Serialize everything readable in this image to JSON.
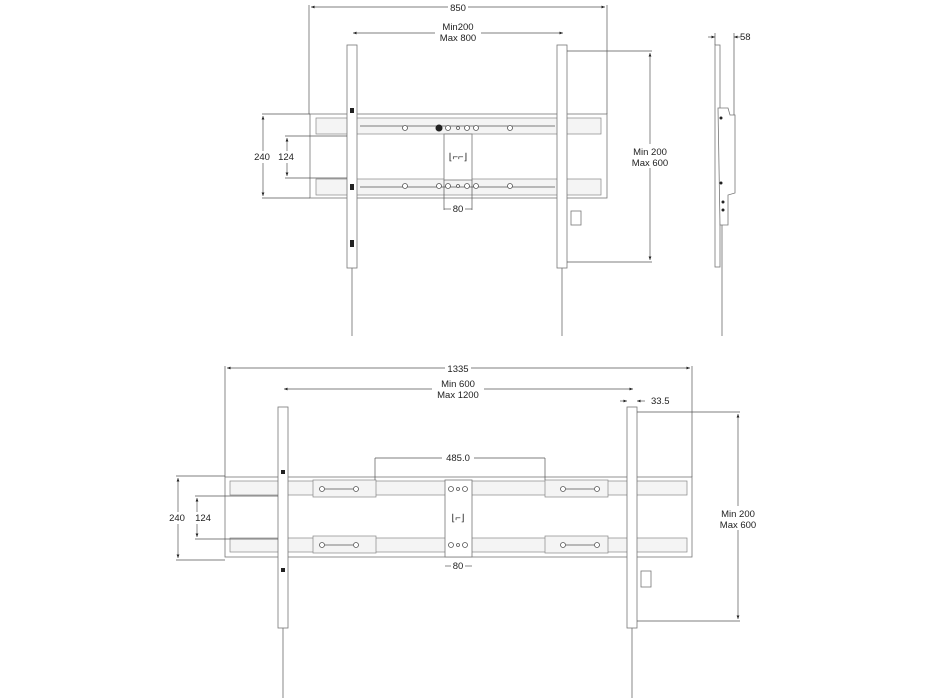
{
  "top_view": {
    "overall_width": "850",
    "rail_spacing_min": "Min200",
    "rail_spacing_max": "Max 800",
    "plate_height": "240",
    "rail_inner": "124",
    "vertical_min": "Min 200",
    "vertical_max": "Max 600",
    "center_width": "80",
    "depth": "58"
  },
  "bottom_view": {
    "overall_width": "1335",
    "rail_spacing_min": "Min 600",
    "rail_spacing_max": "Max 1200",
    "upright_offset": "33.5",
    "center_span": "485.0",
    "plate_height": "240",
    "rail_inner": "124",
    "vertical_min": "Min 200",
    "vertical_max": "Max 600",
    "center_width": "80"
  }
}
